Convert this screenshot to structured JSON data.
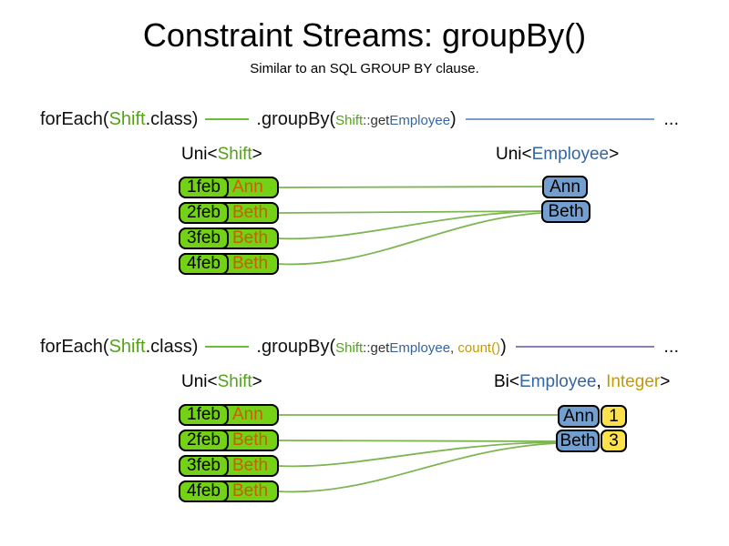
{
  "slide": {
    "title": "Constraint Streams: groupBy()",
    "subtitle": "Similar to an SQL GROUP BY clause."
  },
  "code_lines": [
    {
      "foreach": {
        "prefix": "forEach(",
        "class_name": "Shift",
        "suffix": ".class)"
      },
      "groupby": {
        "prefix": ".groupBy(",
        "arg_class": "Shift",
        "arg_accessor": "::get",
        "arg_type": "Employee",
        "suffix": ")"
      },
      "ellipsis": "..."
    },
    {
      "foreach": {
        "prefix": "forEach(",
        "class_name": "Shift",
        "suffix": ".class)"
      },
      "groupby": {
        "prefix": ".groupBy(",
        "arg_class": "Shift",
        "arg_accessor": "::get",
        "arg_type": "Employee",
        "separator": ", ",
        "arg_collector": "count()",
        "suffix": ")"
      },
      "ellipsis": "..."
    }
  ],
  "diagram1": {
    "left_label": {
      "prefix": "Uni<",
      "type": "Shift",
      "suffix": ">"
    },
    "right_label": {
      "prefix": "Uni<",
      "type": "Employee",
      "suffix": ">"
    },
    "rows": [
      {
        "date": "1feb",
        "employee": "Ann"
      },
      {
        "date": "2feb",
        "employee": "Beth"
      },
      {
        "date": "3feb",
        "employee": "Beth"
      },
      {
        "date": "4feb",
        "employee": "Beth"
      }
    ],
    "groups": [
      {
        "name": "Ann"
      },
      {
        "name": "Beth"
      }
    ]
  },
  "diagram2": {
    "left_label": {
      "prefix": "Uni<",
      "type": "Shift",
      "suffix": ">"
    },
    "right_label": {
      "prefix": "Bi<",
      "type1": "Employee",
      "separator": ", ",
      "type2": "Integer",
      "suffix": ">"
    },
    "rows": [
      {
        "date": "1feb",
        "employee": "Ann"
      },
      {
        "date": "2feb",
        "employee": "Beth"
      },
      {
        "date": "3feb",
        "employee": "Beth"
      },
      {
        "date": "4feb",
        "employee": "Beth"
      }
    ],
    "groups": [
      {
        "name": "Ann",
        "count": "1"
      },
      {
        "name": "Beth",
        "count": "3"
      }
    ]
  },
  "colors": {
    "shift_green_text": "#53A318",
    "employee_blue_text": "#3465A4",
    "integer_gold_text": "#C49A02",
    "employee_orange_text": "#CE5C00",
    "shift_box_green": "#73D216",
    "employee_box_blue": "#729FCF",
    "count_box_yellow": "#FCE14D",
    "stream_line_green": "#6FBB3A",
    "stream_line_blue": "#7C9CC9",
    "stream_line_purple": "#8E7EB5",
    "connector_green": "#7CB551"
  }
}
